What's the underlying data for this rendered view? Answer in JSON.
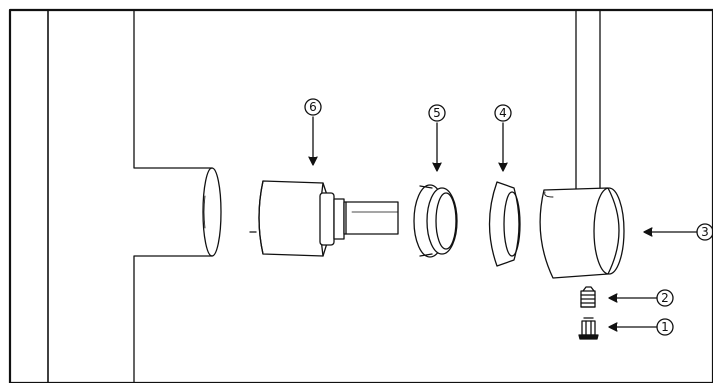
{
  "callouts": [
    {
      "id": "1"
    },
    {
      "id": "2"
    },
    {
      "id": "3"
    },
    {
      "id": "4"
    },
    {
      "id": "5"
    },
    {
      "id": "6"
    }
  ],
  "colors": {
    "line": "#111111",
    "background": "#ffffff"
  }
}
